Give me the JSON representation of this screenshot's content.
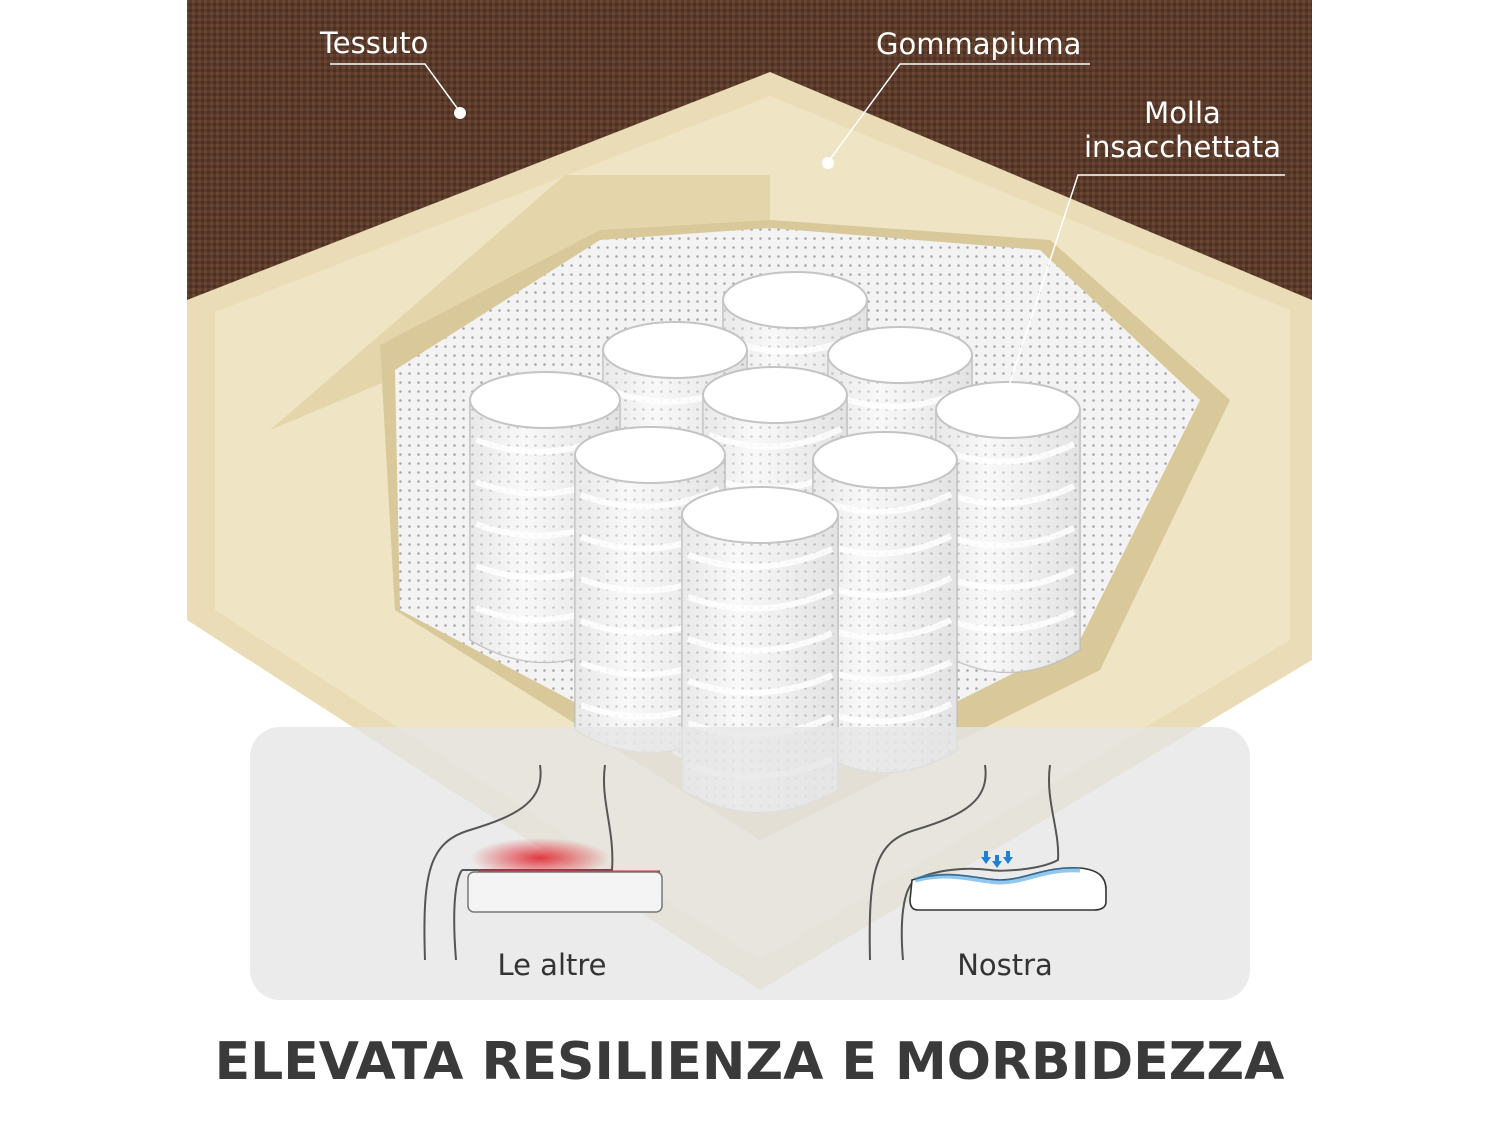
{
  "callouts": {
    "fabric": "Tessuto",
    "foam": "Gommapiuma",
    "spring_line1": "Molla",
    "spring_line2": "insacchettata"
  },
  "comparison": {
    "others_label": "Le altre",
    "ours_label": "Nostra"
  },
  "headline": "ELEVATA RESILIENZA E MORBIDEZZA",
  "colors": {
    "fabric": "#5a3a2a",
    "foam": "#eee3c1",
    "spring_pocket": "#f2f2f2",
    "pressure_red": "#e0262d",
    "relief_blue": "#3a9be0",
    "headline": "#3a3a3a"
  }
}
